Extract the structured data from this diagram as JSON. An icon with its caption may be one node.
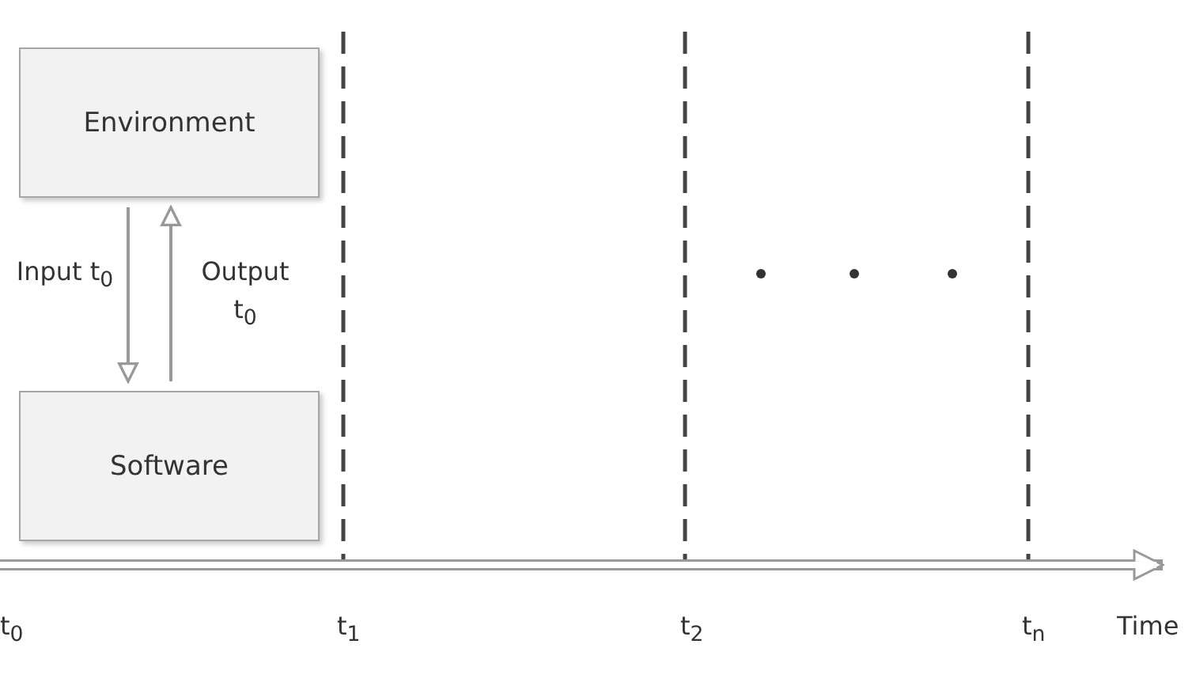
{
  "diagram": {
    "nodes": [
      {
        "text": [
          "Environment"
        ]
      },
      {
        "text": [
          "Software"
        ]
      }
    ],
    "edges": [
      {
        "from": 0,
        "to": 1,
        "arrow": "to",
        "label": "Input t$_{0}$"
      },
      {
        "from": 1,
        "to": 0,
        "arrow": "to",
        "label": "Output t$_{0}$"
      }
    ],
    "labels": [
      "t$_{0}$",
      "t$_{1}$",
      "t$_{2}$",
      "t$_{n}$",
      "Time"
    ]
  }
}
